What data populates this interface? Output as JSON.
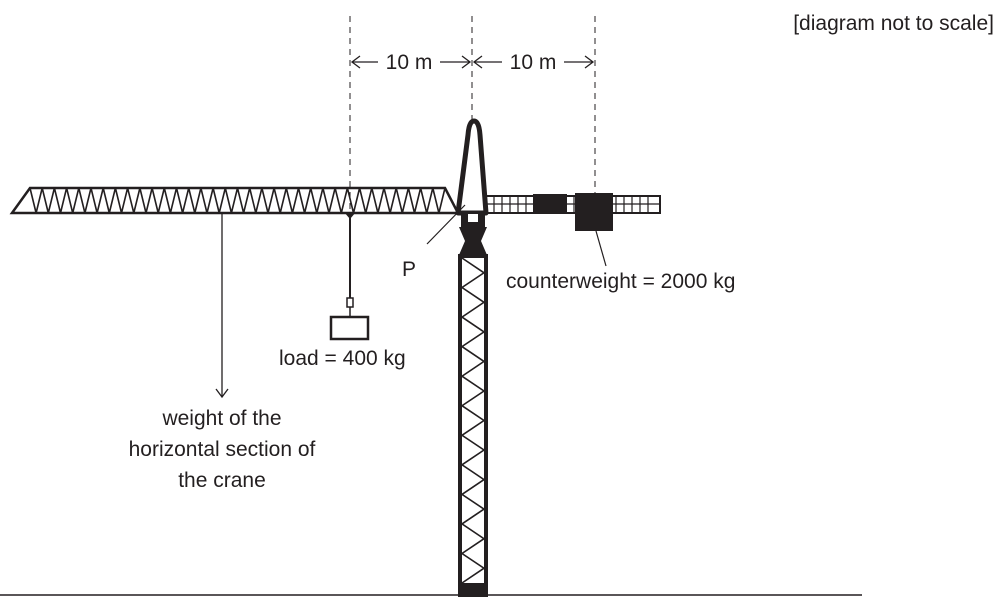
{
  "labels": {
    "not_to_scale": "[diagram not to scale]",
    "dim_left": "10 m",
    "dim_right": "10 m",
    "pivot": "P",
    "counterweight": "counterweight = 2000 kg",
    "load": "load = 400 kg",
    "weight_line1": "weight of the",
    "weight_line2": "horizontal section of",
    "weight_line3": "the crane"
  },
  "colors": {
    "ink": "#231f20",
    "background": "#ffffff"
  }
}
